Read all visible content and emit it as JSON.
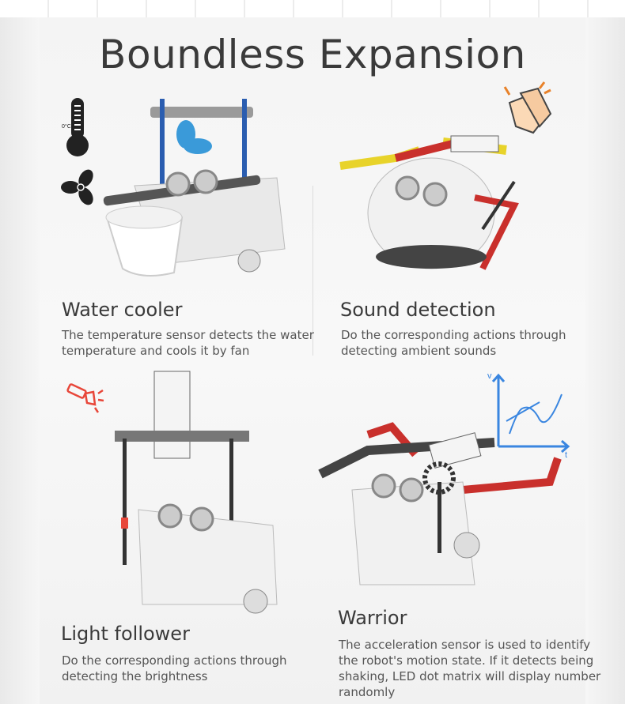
{
  "title": "Boundless Expansion",
  "features": [
    {
      "name": "Water cooler",
      "description": [
        "The temperature sensor detects the water",
        "temperature and cools it by fan"
      ],
      "icons": [
        "thermometer-icon",
        "fan-icon"
      ],
      "icon_text": "0°C"
    },
    {
      "name": "Sound detection",
      "description": [
        "Do the corresponding actions through",
        "detecting ambient sounds"
      ],
      "icons": [
        "clapping-hands-icon"
      ]
    },
    {
      "name": "Light follower",
      "description": [
        "Do the corresponding actions through",
        "detecting the brightness"
      ],
      "icons": [
        "flashlight-icon"
      ]
    },
    {
      "name": "Warrior",
      "description": [
        "The acceleration sensor is used to identify",
        "the robot's motion state. If it detects being",
        "shaking, LED dot matrix will display number",
        "randomly"
      ],
      "icons": [
        "velocity-graph-icon"
      ],
      "graph_labels": {
        "y": "v",
        "x": "t"
      }
    }
  ],
  "colors": {
    "accent_blue": "#3a86e0",
    "accent_red": "#e8473a",
    "beam_gray": "#555555"
  }
}
